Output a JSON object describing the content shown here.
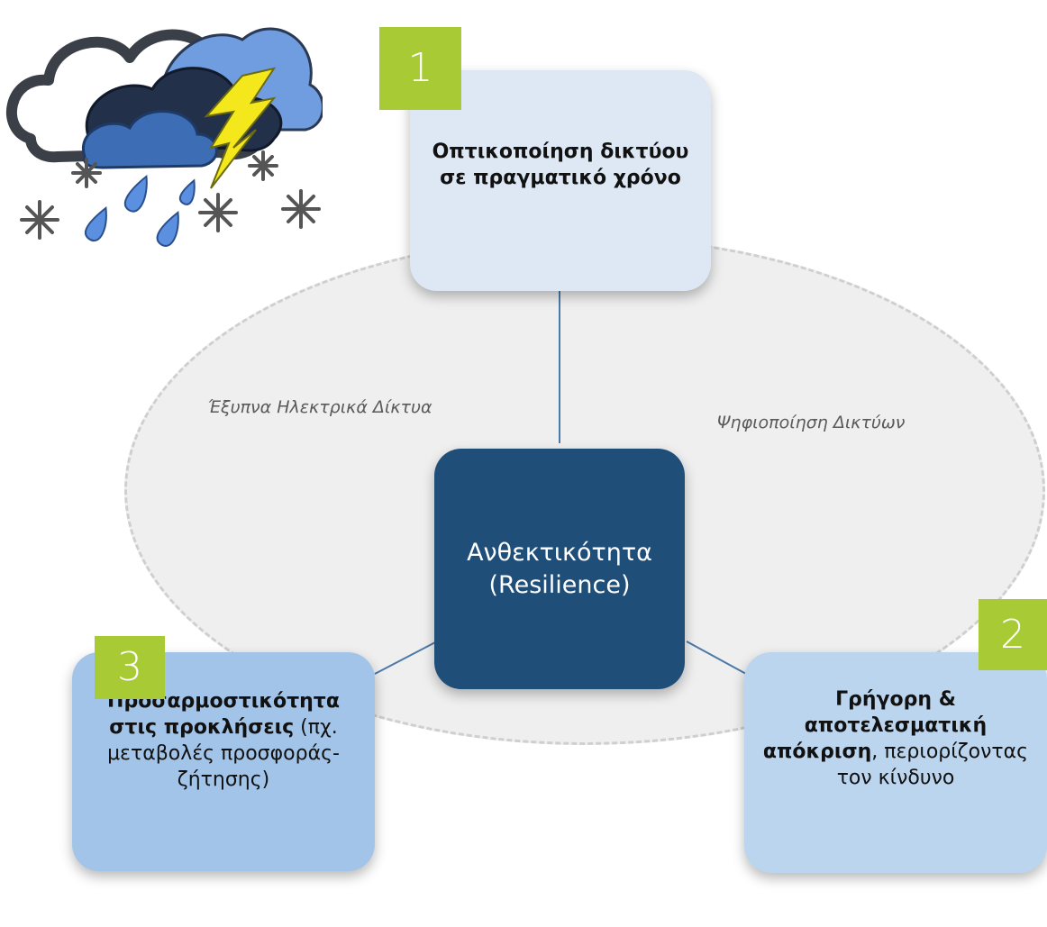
{
  "weather_icon": "storm-cloud-lightning-rain-snow-icon",
  "labels": {
    "smart": "Έξυπνα Ηλεκτρικά Δίκτυα",
    "digital": "Ψηφιοποίηση Δικτύων"
  },
  "center": {
    "line1": "Ανθεκτικότητα",
    "line2": "(Resilience)"
  },
  "top": {
    "number": "1",
    "bold": "Οπτικοποίηση δικτύου σε πραγματικό χρόνο",
    "rest": ""
  },
  "right": {
    "number": "2",
    "bold": "Γρήγορη & αποτελεσματική απόκριση",
    "rest": ", περιορίζοντας τον κίνδυνο"
  },
  "left": {
    "number": "3",
    "bold": "Προσαρμοστικότητα στις προκλήσεις",
    "rest": " (πχ. μεταβολές προσφοράς-ζήτησης)"
  },
  "colors": {
    "center": "#1f4e79",
    "number_badge": "#a8cb35",
    "connector": "#4a7aa8",
    "ring": "#efefef"
  }
}
